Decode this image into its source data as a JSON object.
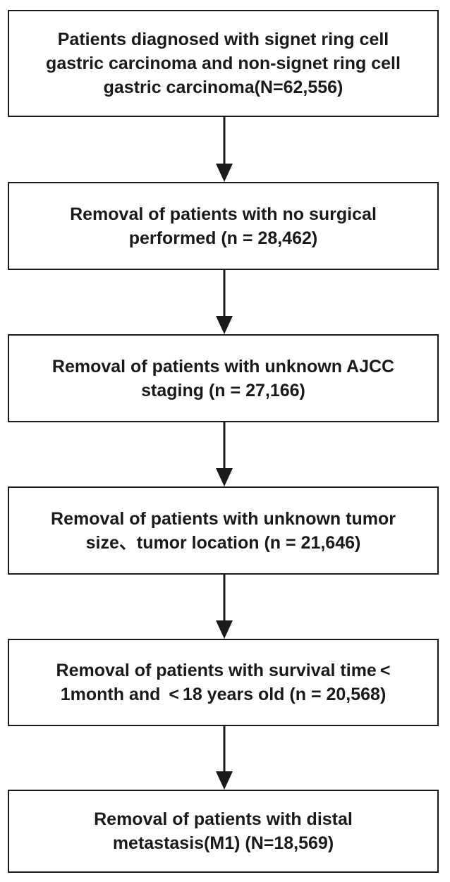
{
  "diagram": {
    "steps": [
      {
        "text": "Patients diagnosed with signet ring cell\ngastric carcinoma and non-signet ring cell\ngastric carcinoma(N=62,556)"
      },
      {
        "text": "Removal of patients with no surgical\nperformed (n = 28,462)"
      },
      {
        "text": "Removal of patients with unknown AJCC\nstaging (n = 27,166)"
      },
      {
        "text": "Removal of patients with unknown tumor\nsize、tumor location (n = 21,646)"
      },
      {
        "text": "Removal of patients with survival time <\n1month and  < 18 years old (n = 20,568)"
      },
      {
        "text": "Removal of patients with distal\nmetastasis(M1) (N=18,569)"
      }
    ]
  }
}
